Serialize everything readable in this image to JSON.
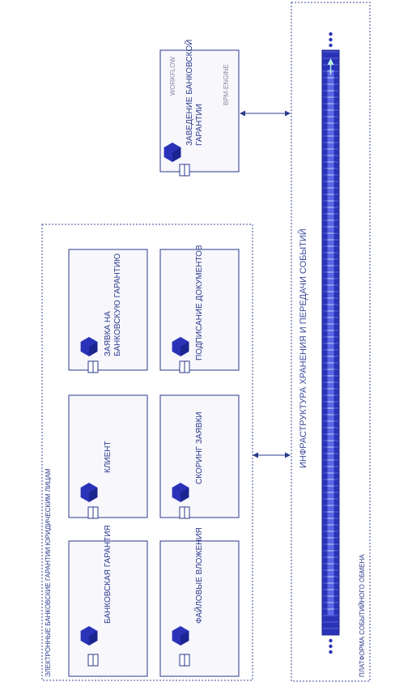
{
  "group": {
    "title": "ЭЛЕКТРОННЫЕ БАНКОВСКИЕ ГАРАНТИИ ЮРИДИЧЕСКИМ ЛИЦАМ"
  },
  "services": [
    {
      "key": "bank-guarantee",
      "lines": [
        "БАНКОВСКАЯ ГАРАНТИЯ"
      ]
    },
    {
      "key": "file-attachments",
      "lines": [
        "ФАЙЛОВЫЕ ВЛОЖЕНИЯ"
      ]
    },
    {
      "key": "client",
      "lines": [
        "КЛИЕНТ"
      ]
    },
    {
      "key": "scoring",
      "lines": [
        "СКОРИНГ ЗАЯВКИ"
      ]
    },
    {
      "key": "application",
      "lines": [
        "ЗАЯВКА НА",
        "БАНКОВСКУЮ ГАРАНТИЮ"
      ]
    },
    {
      "key": "signing",
      "lines": [
        "ПОДПИСАНИЕ ДОКУМЕНТОВ"
      ]
    }
  ],
  "workflow": {
    "type_label": "WORKFLOW",
    "lines": [
      "ЗАВЕДЕНИЕ БАНКОВСКОЙ",
      "ГАРАНТИИ"
    ],
    "engine_label": "BPM-ENGINE"
  },
  "platform": {
    "title": "ПЛАТФОРМА СОБЫТИЙНОГО ОБМЕНА",
    "infra_label": "ИНФРАСТРУКТУРА ХРАНЕНИЯ И ПЕРЕДАЧИ СОБЫТИЙ"
  },
  "colors": {
    "accent": "#2a33b8",
    "stroke": "#2b3a8c",
    "segment": "#3a43d0"
  }
}
